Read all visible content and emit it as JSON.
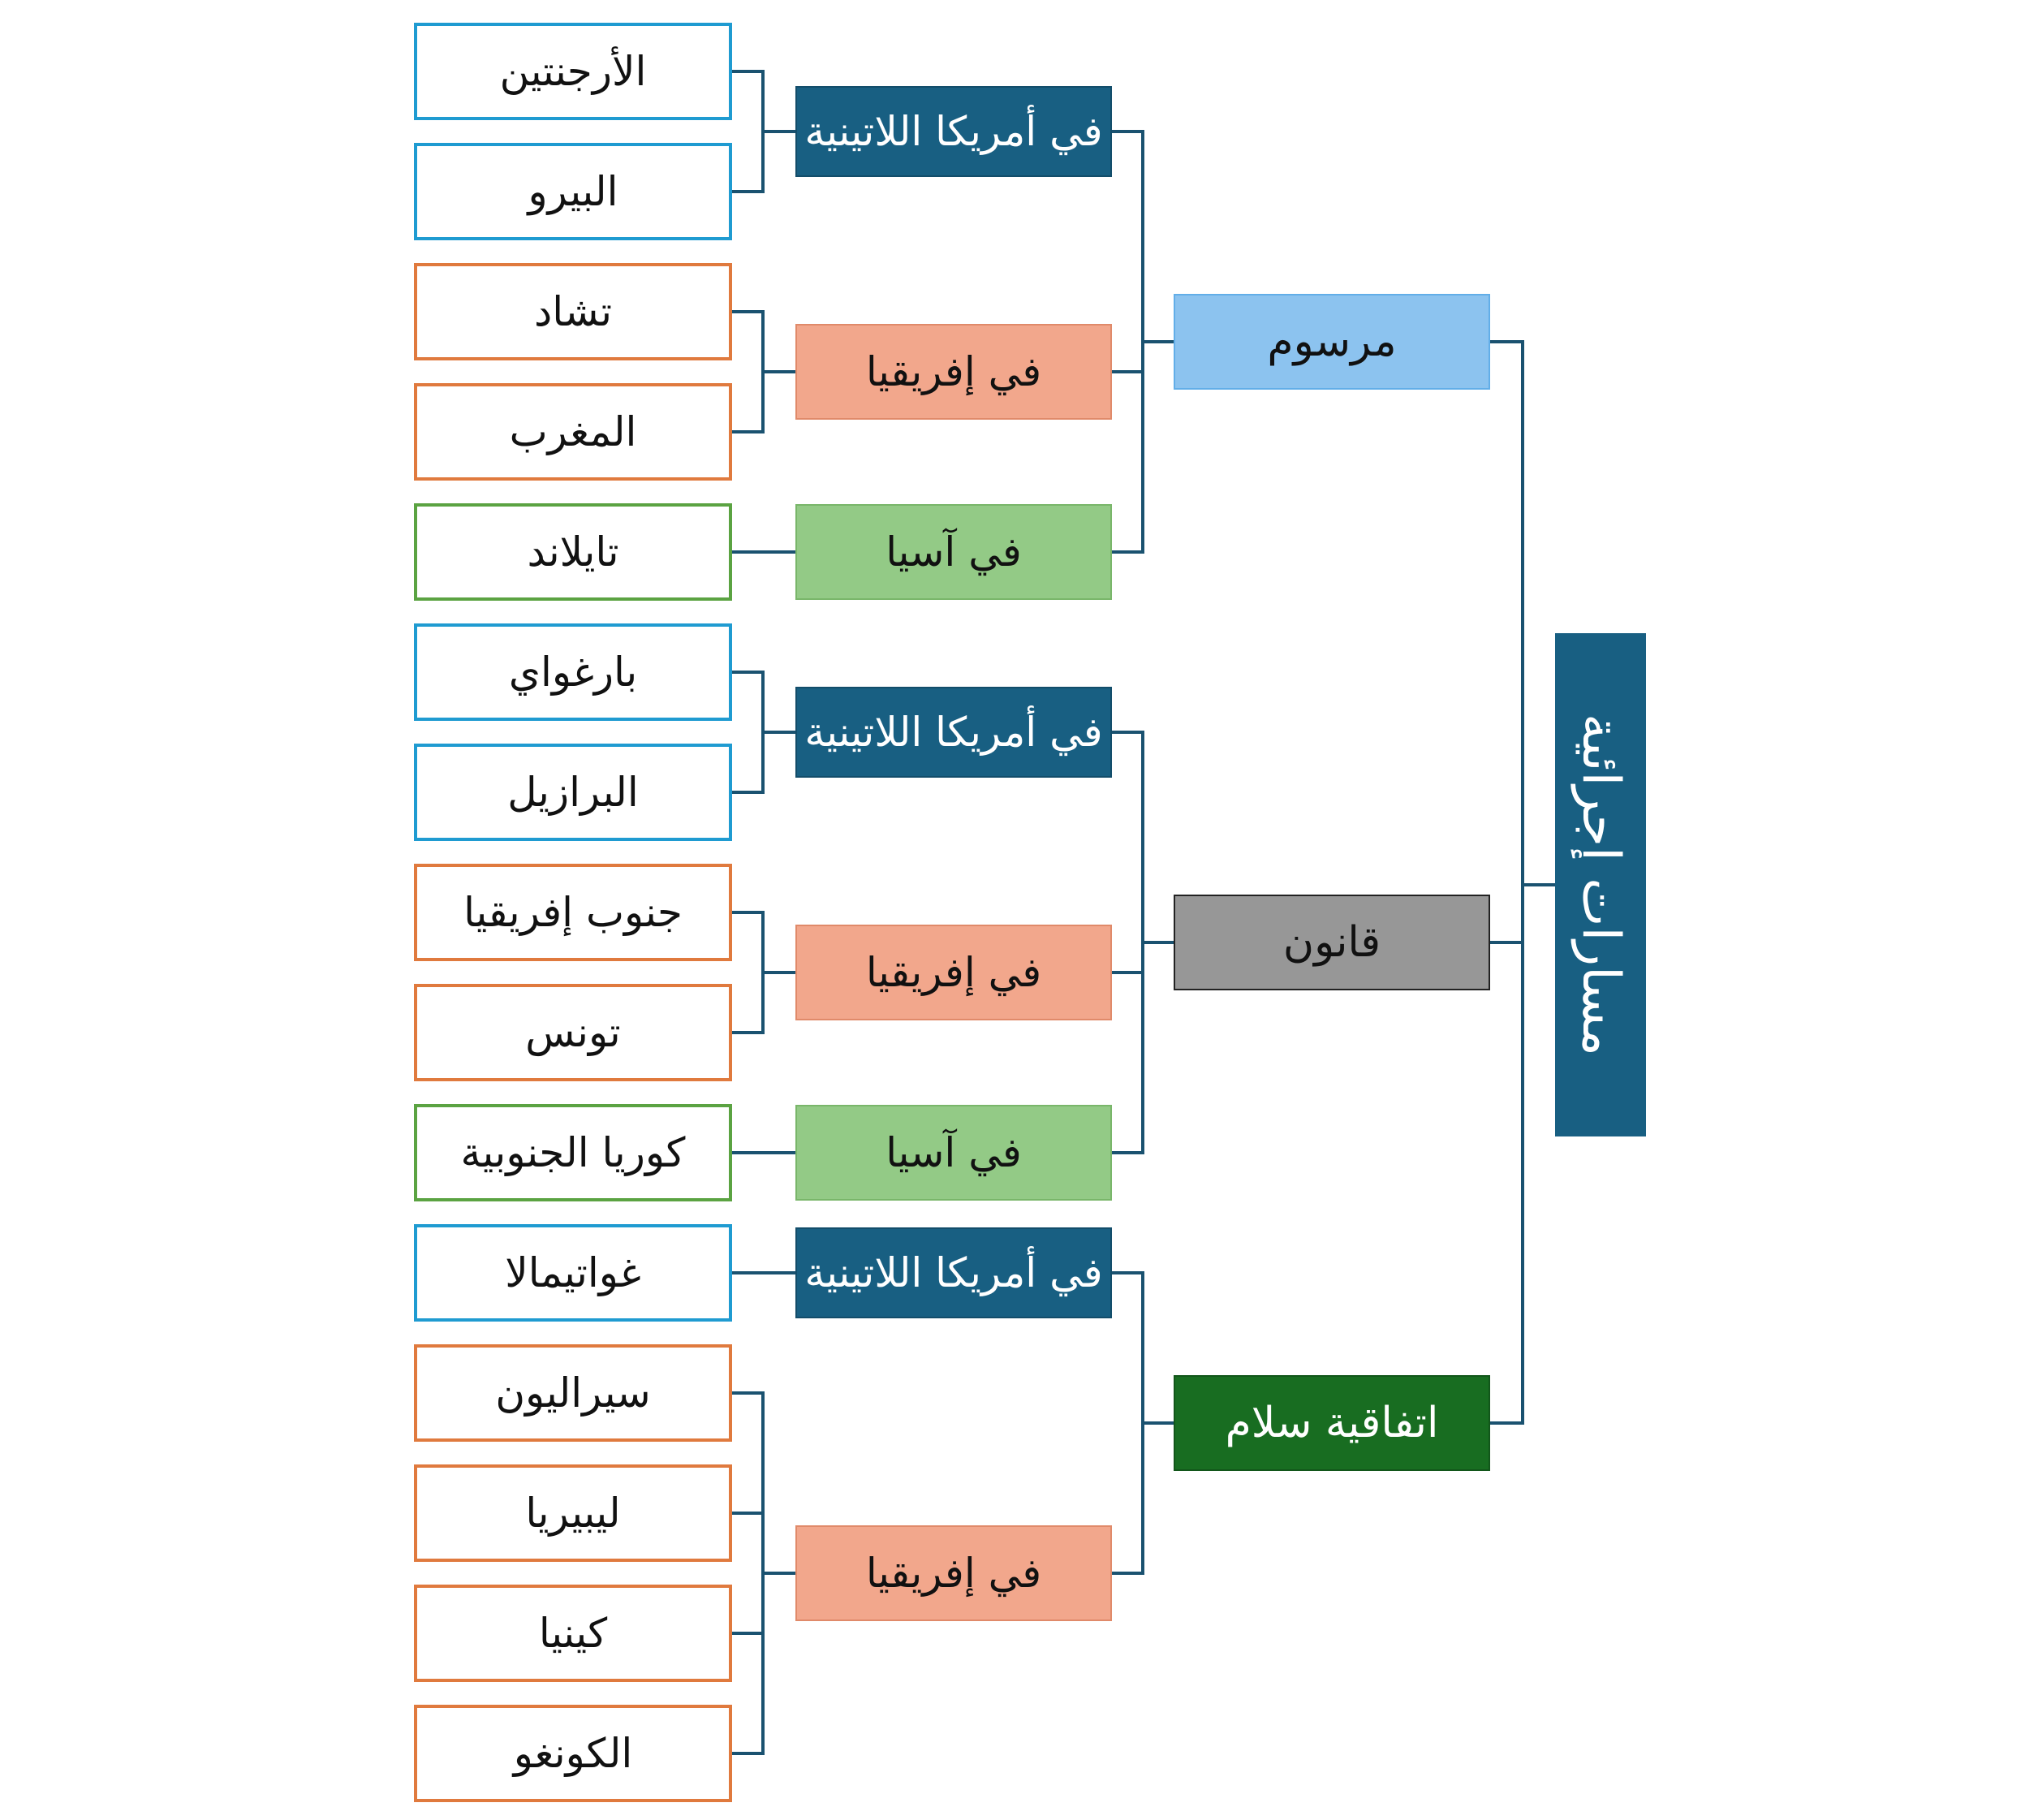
{
  "colors": {
    "connector": "#1a5270",
    "latin_america": "#185f82",
    "africa": "#f2a78c",
    "asia": "#93ca86",
    "leaf_latin_america": "#1f9bd1",
    "leaf_africa": "#e07a3e",
    "leaf_asia": "#5ba342",
    "decree": "#8cc3ef",
    "law": "#979797",
    "peace": "#186d21"
  },
  "root": {
    "label": "مسارات إجرائية"
  },
  "categories": [
    {
      "label": "مرسوم",
      "color_key": "decree",
      "regions": [
        {
          "label": "في أمريكا اللاتينية",
          "kind": "latin_america",
          "leaves": [
            "الأرجنتين",
            "البيرو"
          ]
        },
        {
          "label": "في إفريقيا",
          "kind": "africa",
          "leaves": [
            "تشاد",
            "المغرب"
          ]
        },
        {
          "label": "في آسيا",
          "kind": "asia",
          "leaves": [
            "تايلاند"
          ]
        }
      ]
    },
    {
      "label": "قانون",
      "color_key": "law",
      "regions": [
        {
          "label": "في أمريكا اللاتينية",
          "kind": "latin_america",
          "leaves": [
            "بارغواي",
            "البرازيل"
          ]
        },
        {
          "label": "في إفريقيا",
          "kind": "africa",
          "leaves": [
            "جنوب إفريقيا",
            "تونس"
          ]
        },
        {
          "label": "في آسيا",
          "kind": "asia",
          "leaves": [
            "كوريا الجنوبية"
          ]
        }
      ]
    },
    {
      "label": "اتفاقية سلام",
      "color_key": "peace",
      "regions": [
        {
          "label": "في أمريكا اللاتينية",
          "kind": "latin_america",
          "leaves": [
            "غواتيمالا"
          ]
        },
        {
          "label": "في إفريقيا",
          "kind": "africa",
          "leaves": [
            "سيراليون",
            "ليبيريا",
            "كينيا",
            "الكونغو"
          ]
        }
      ]
    }
  ]
}
